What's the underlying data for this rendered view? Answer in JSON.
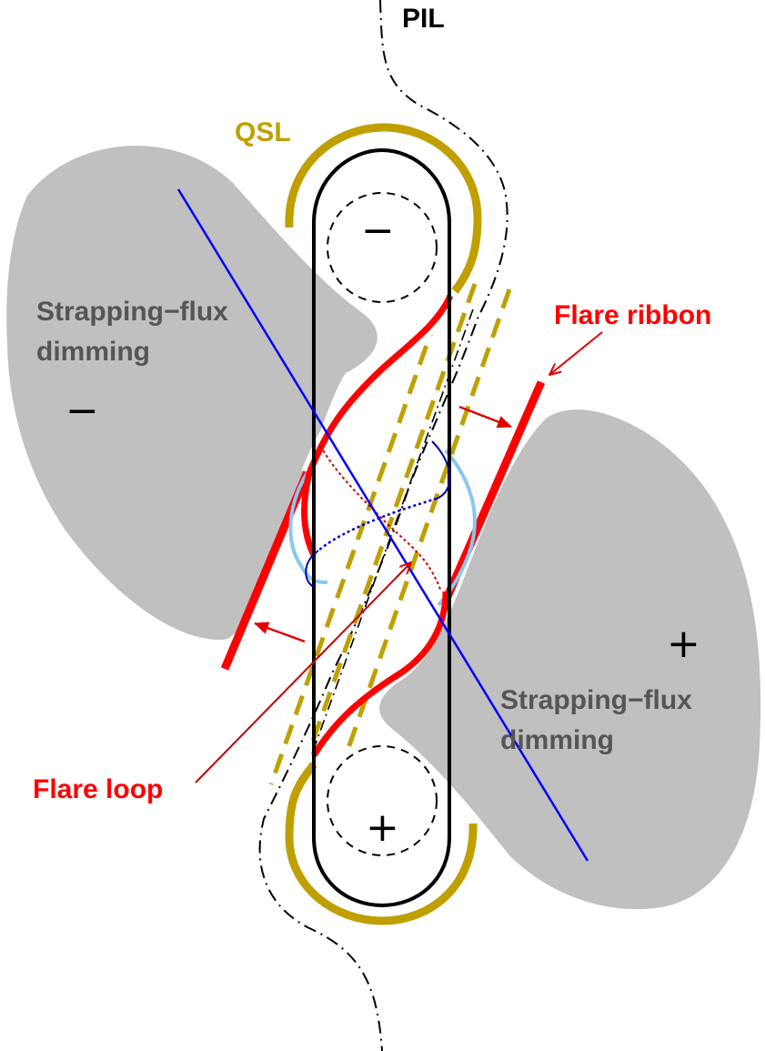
{
  "labels": {
    "pil": "PIL",
    "qsl": "QSL",
    "flare_ribbon": "Flare ribbon",
    "flare_loop": "Flare loop",
    "dimming_left_line1": "Strapping−flux",
    "dimming_left_line2": "dimming",
    "dimming_right_line1": "Strapping−flux",
    "dimming_right_line2": "dimming"
  },
  "polarity": {
    "left_region": "−",
    "right_region": "+",
    "top_footpoint": "−",
    "bottom_footpoint": "+"
  },
  "colors": {
    "dimming_fill": "#c0c0c0",
    "dimming_text": "#555555",
    "qsl": "#c0a000",
    "flare": "#ff0000",
    "flare_arrow": "#d00000",
    "axis_line": "#0000ff",
    "flux_rope_highlight": "#88c8f0",
    "flux_rope_outline": "#000000"
  }
}
